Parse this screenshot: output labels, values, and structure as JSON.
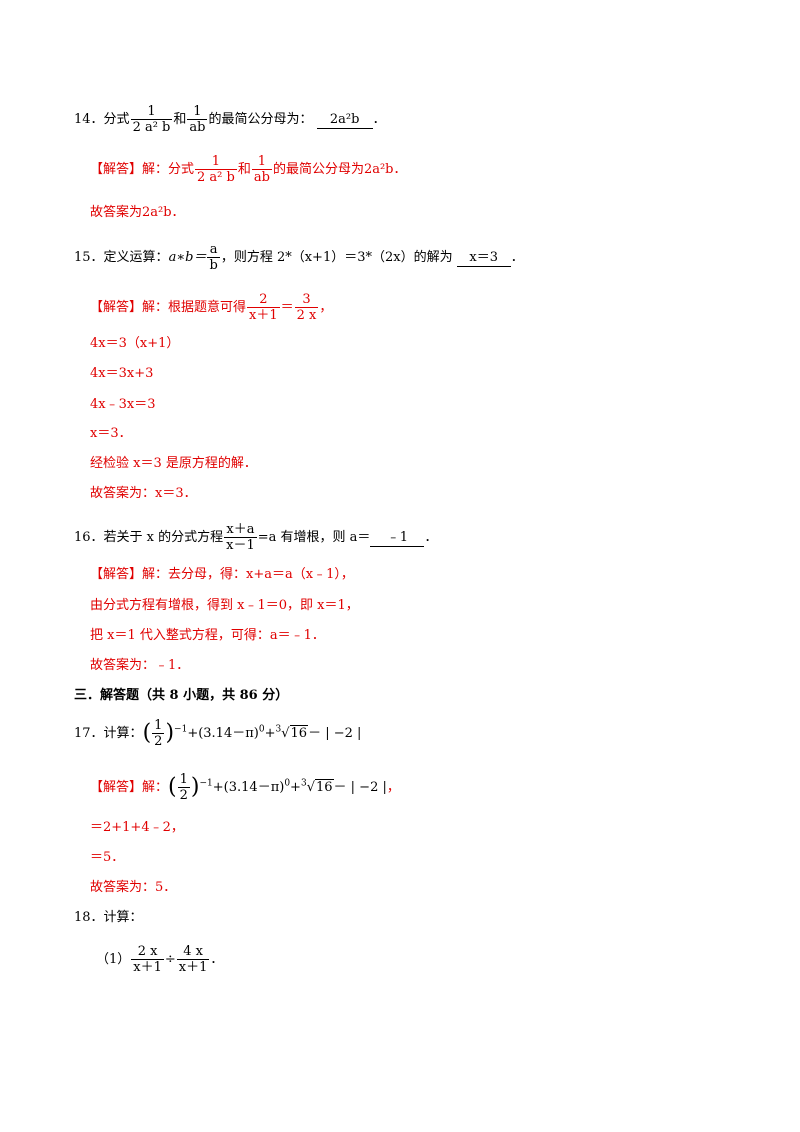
{
  "q14": {
    "num": "14．",
    "prefix": "分式",
    "f1_num": "1",
    "f1_den": "2 a² b",
    "mid": "和",
    "f2_num": "1",
    "f2_den": "ab",
    "suffix": "的最简公分母为：",
    "answer": "2a²b",
    "end": "．",
    "sol_tag": "【解答】",
    "sol_pre": "解：分式",
    "sol_mid": "和",
    "sol_suf": "的最简公分母为2a²b．",
    "final": "故答案为2a²b．"
  },
  "q15": {
    "num": "15．",
    "prefix": "定义运算：",
    "op": "a∗b＝",
    "f_num": "a",
    "f_den": "b",
    "suffix": "，则方程 2*（x+1）＝3*（2x）的解为",
    "answer": "x＝3",
    "end": "．",
    "sol_tag": "【解答】",
    "sol_pre": "解：根据题意可得",
    "f1_num": "2",
    "f1_den": "x＋1",
    "eq": "＝",
    "f2_num": "3",
    "f2_den": "2 x",
    "sol_end": "，",
    "steps": [
      "4x＝3（x+1）",
      "4x＝3x+3",
      "4x﹣3x＝3",
      "x＝3．",
      "经检验 x＝3 是原方程的解．",
      "故答案为：x＝3．"
    ]
  },
  "q16": {
    "num": "16．",
    "prefix": "若关于 x 的分式方程",
    "f_num": "x＋a",
    "f_den": "x－1",
    "suffix": "=a 有增根，则 a＝",
    "answer": "﹣1",
    "end": "．",
    "sol_tag": "【解答】",
    "sol1": "解：去分母，得：x+a＝a（x﹣1），",
    "sol2": "由分式方程有增根，得到 x﹣1＝0，即 x＝1，",
    "sol3": "把 x＝1 代入整式方程，可得：a＝﹣1．",
    "final": "故答案为：﹣1．"
  },
  "section3": "三．解答题（共 8 小题，共 86 分）",
  "q17": {
    "num": "17．",
    "prefix": "计算：",
    "half_num": "1",
    "half_den": "2",
    "exp1": "−1",
    "pi_term": "+(3.14－π)",
    "exp0": "0",
    "root_pre": "+",
    "root_idx": "3",
    "root_val": "16",
    "abs": "－ | −2 |",
    "sol_tag": "【解答】",
    "sol_pre": "解：",
    "sol_end": "，",
    "step1": "＝2+1+4﹣2，",
    "step2": "＝5．",
    "final": "故答案为：5．"
  },
  "q18": {
    "num": "18．",
    "prefix": "计算：",
    "part1": "（1）",
    "f1_num": "2 x",
    "f1_den": "x＋1",
    "div": "÷",
    "f2_num": "4 x",
    "f2_den": "x＋1",
    "end": "．"
  }
}
